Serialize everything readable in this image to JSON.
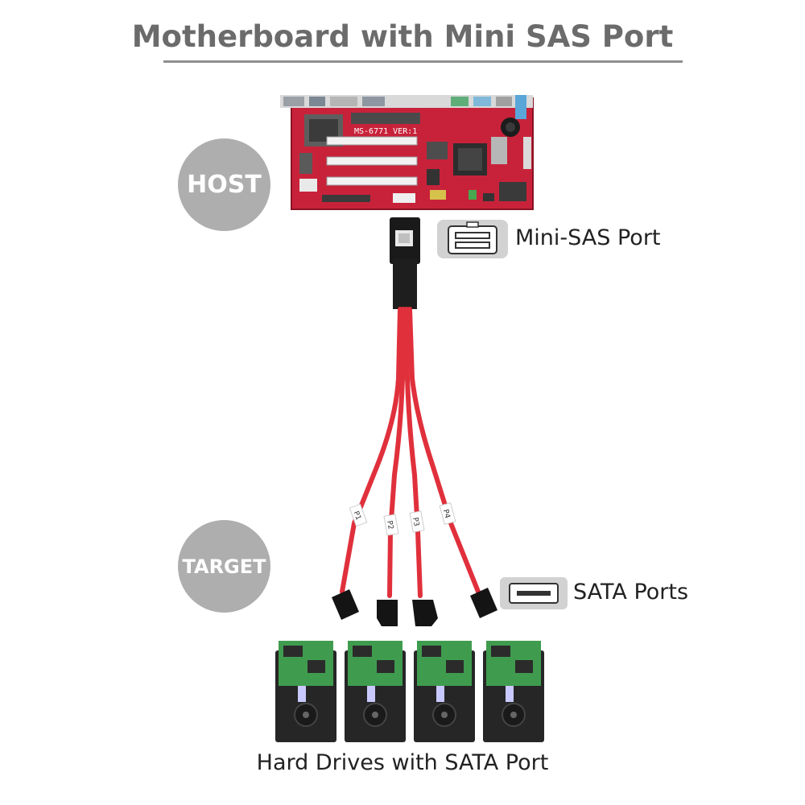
{
  "header": {
    "title": "Motherboard with Mini SAS Port"
  },
  "badges": {
    "host": "HOST",
    "target": "TARGET"
  },
  "ports": {
    "mini_sas_label": "Mini-SAS Port",
    "sata_label": "SATA Ports"
  },
  "board": {
    "model_text": "MS-6771 VER:1"
  },
  "cable": {
    "lead_labels": [
      "P1",
      "P2",
      "P3",
      "P4"
    ]
  },
  "drives": {
    "count": 4
  },
  "footer": {
    "caption": "Hard Drives with SATA Port"
  },
  "colors": {
    "pcb": "#c8223a",
    "cable": "#e0303c",
    "connector": "#1a1a1a",
    "drive_board": "#3f9c4e",
    "badge": "#aeaeae",
    "title": "#6b6b6b"
  }
}
